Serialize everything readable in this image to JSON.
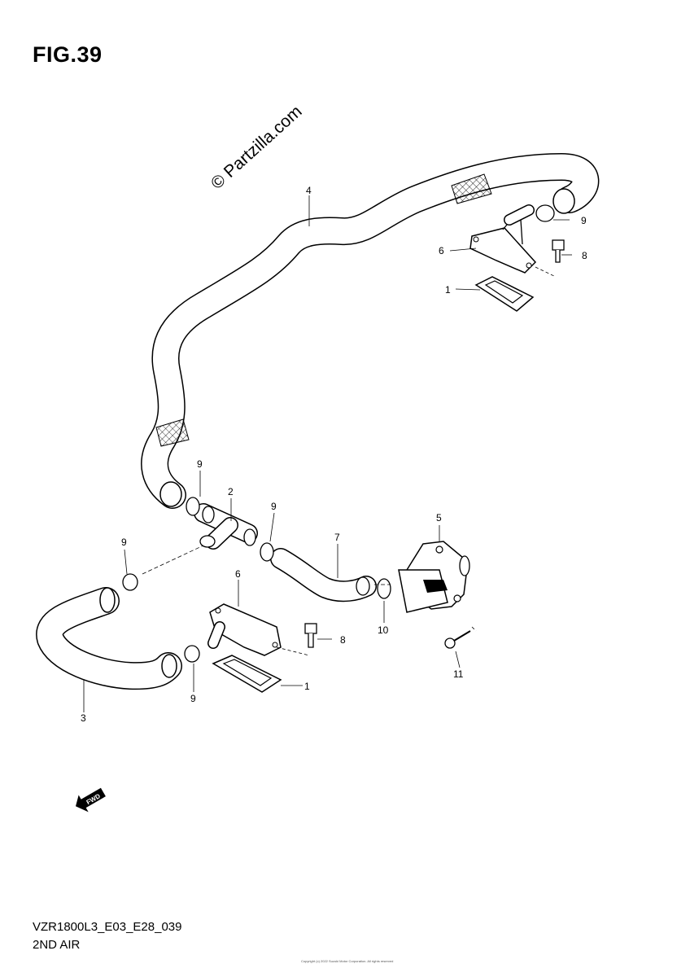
{
  "title": "FIG.39",
  "watermark": "© Partzilla.com",
  "footer": {
    "code": "VZR1800L3_E03_E28_039",
    "subtitle": "2ND AIR"
  },
  "copyright": "Copyright (c) 2022 Suzuki Motor Corporation. All rights reserved",
  "callouts": [
    "1",
    "1",
    "2",
    "3",
    "4",
    "5",
    "6",
    "6",
    "7",
    "8",
    "8",
    "9",
    "9",
    "9",
    "9",
    "9",
    "10",
    "11"
  ],
  "fwd_label": "FWD",
  "icons": [
    "fwd-arrow-icon"
  ]
}
